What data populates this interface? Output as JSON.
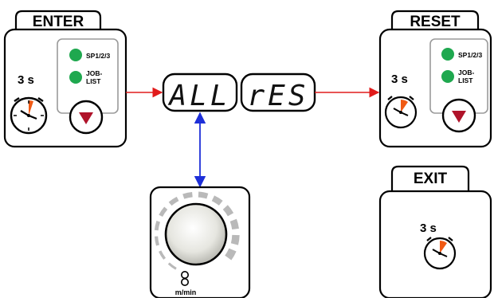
{
  "enter_panel": {
    "tab_label": "ENTER",
    "duration": "3 s",
    "led_1_label": "SP1/2/3",
    "led_2_label_line1": "JOB-",
    "led_2_label_line2": "LIST"
  },
  "reset_panel": {
    "tab_label": "RESET",
    "duration": "3 s",
    "led_1_label": "SP1/2/3",
    "led_2_label_line1": "JOB-",
    "led_2_label_line2": "LIST"
  },
  "exit_panel": {
    "tab_label": "EXIT",
    "duration": "3 s"
  },
  "display": {
    "left_text": "ALL",
    "right_text": "rES"
  },
  "knob_panel": {
    "unit_label": "m/min",
    "icon": "wire-feed-icon"
  },
  "colors": {
    "led_green": "#1fa84f",
    "arrow_red": "#e11b1b",
    "arrow_blue": "#1e2fd8",
    "clock_orange": "#f05a14",
    "button_red": "#b0132a"
  },
  "icons": [
    "stopwatch-icon",
    "down-arrow-button-icon",
    "led-icon",
    "rotary-knob-icon",
    "wire-feed-icon"
  ]
}
